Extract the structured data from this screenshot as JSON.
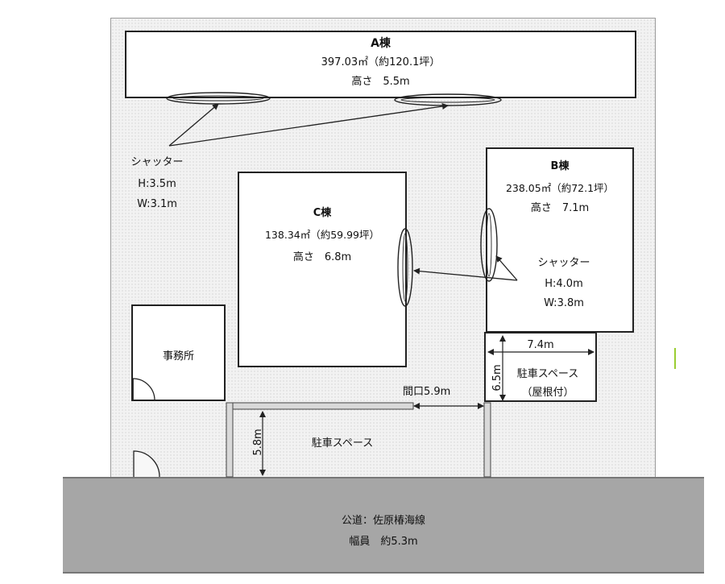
{
  "buildings": {
    "a": {
      "name": "A棟",
      "area": "397.03㎡（約120.1坪）",
      "height": "高さ　5.5m"
    },
    "b": {
      "name": "B棟",
      "area": "238.05㎡（約72.1坪）",
      "height": "高さ　7.1m"
    },
    "c": {
      "name": "C棟",
      "area": "138.34㎡（約59.99坪）",
      "height": "高さ　6.8m"
    },
    "office": {
      "name": "事務所"
    }
  },
  "shutters": {
    "left": {
      "title": "シャッター",
      "h": "H:3.5m",
      "w": "W:3.1m"
    },
    "right": {
      "title": "シャッター",
      "h": "H:4.0m",
      "w": "W:3.8m"
    }
  },
  "parking": {
    "covered": {
      "line1": "駐車スペース",
      "line2": "（屋根付）",
      "width": "7.4m",
      "depth": "6.5m"
    },
    "open": {
      "label": "駐車スペース",
      "depth": "5.8m",
      "frontage": "間口5.9m"
    }
  },
  "road": {
    "name": "公道：佐原椿海線",
    "width": "幅員　約5.3m"
  },
  "colors": {
    "lot": "#f2f2f2",
    "road": "#a6a6a6",
    "outline": "#222222"
  }
}
